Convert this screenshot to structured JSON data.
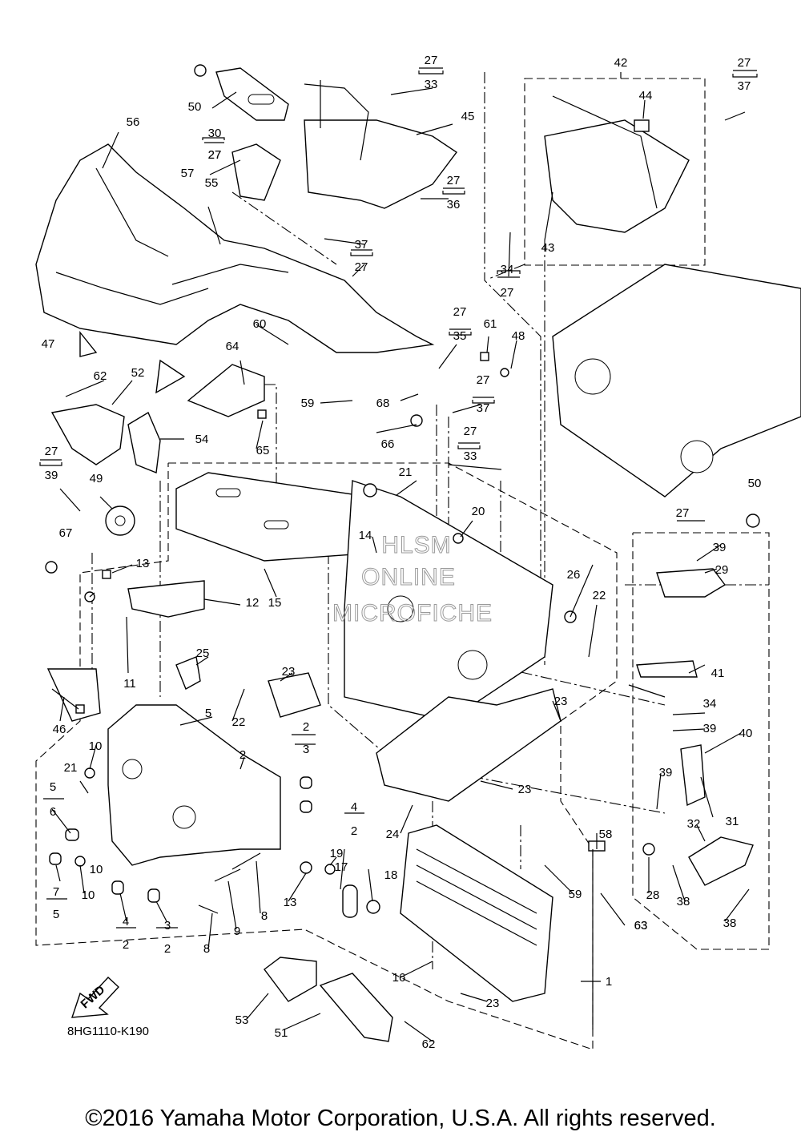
{
  "diagram_code": "8HG1110-K190",
  "copyright": "©2016 Yamaha Motor Corporation, U.S.A. All rights reserved.",
  "fwd_label": "FWD",
  "watermark": [
    "HLSM",
    "ONLINE",
    "MICROFICHE"
  ],
  "callouts": [
    {
      "id": "c1",
      "text": "1"
    },
    {
      "id": "c2a",
      "text": "2"
    },
    {
      "id": "c2b",
      "text": "2"
    },
    {
      "id": "c2c",
      "text": "2"
    },
    {
      "id": "c2d",
      "text": "2"
    },
    {
      "id": "c2e",
      "text": "2"
    },
    {
      "id": "c3a",
      "text": "3"
    },
    {
      "id": "c3b",
      "text": "3"
    },
    {
      "id": "c4a",
      "text": "4"
    },
    {
      "id": "c4b",
      "text": "4"
    },
    {
      "id": "c5a",
      "text": "5"
    },
    {
      "id": "c5b",
      "text": "5"
    },
    {
      "id": "c5c",
      "text": "5"
    },
    {
      "id": "c6",
      "text": "6"
    },
    {
      "id": "c7",
      "text": "7"
    },
    {
      "id": "c8a",
      "text": "8"
    },
    {
      "id": "c8b",
      "text": "8"
    },
    {
      "id": "c9",
      "text": "9"
    },
    {
      "id": "c10a",
      "text": "10"
    },
    {
      "id": "c10b",
      "text": "10"
    },
    {
      "id": "c10c",
      "text": "10"
    },
    {
      "id": "c11",
      "text": "11"
    },
    {
      "id": "c12",
      "text": "12"
    },
    {
      "id": "c13a",
      "text": "13"
    },
    {
      "id": "c13b",
      "text": "13"
    },
    {
      "id": "c14",
      "text": "14"
    },
    {
      "id": "c15",
      "text": "15"
    },
    {
      "id": "c16",
      "text": "16"
    },
    {
      "id": "c17",
      "text": "17"
    },
    {
      "id": "c18",
      "text": "18"
    },
    {
      "id": "c19",
      "text": "19"
    },
    {
      "id": "c20",
      "text": "20"
    },
    {
      "id": "c21a",
      "text": "21"
    },
    {
      "id": "c21b",
      "text": "21"
    },
    {
      "id": "c22a",
      "text": "22"
    },
    {
      "id": "c22b",
      "text": "22"
    },
    {
      "id": "c23a",
      "text": "23"
    },
    {
      "id": "c23b",
      "text": "23"
    },
    {
      "id": "c23c",
      "text": "23"
    },
    {
      "id": "c23d",
      "text": "23"
    },
    {
      "id": "c24",
      "text": "24"
    },
    {
      "id": "c25",
      "text": "25"
    },
    {
      "id": "c26",
      "text": "26"
    },
    {
      "id": "c27a",
      "text": "27"
    },
    {
      "id": "c27b",
      "text": "27"
    },
    {
      "id": "c27c",
      "text": "27"
    },
    {
      "id": "c27d",
      "text": "27"
    },
    {
      "id": "c27e",
      "text": "27"
    },
    {
      "id": "c27f",
      "text": "27"
    },
    {
      "id": "c27g",
      "text": "27"
    },
    {
      "id": "c27h",
      "text": "27"
    },
    {
      "id": "c27i",
      "text": "27"
    },
    {
      "id": "c27j",
      "text": "27"
    },
    {
      "id": "c27k",
      "text": "27"
    },
    {
      "id": "c27l",
      "text": "27"
    },
    {
      "id": "c28",
      "text": "28"
    },
    {
      "id": "c29",
      "text": "29"
    },
    {
      "id": "c30",
      "text": "30"
    },
    {
      "id": "c31",
      "text": "31"
    },
    {
      "id": "c32",
      "text": "32"
    },
    {
      "id": "c33a",
      "text": "33"
    },
    {
      "id": "c33b",
      "text": "33"
    },
    {
      "id": "c34a",
      "text": "34"
    },
    {
      "id": "c34b",
      "text": "34"
    },
    {
      "id": "c35",
      "text": "35"
    },
    {
      "id": "c36",
      "text": "36"
    },
    {
      "id": "c37a",
      "text": "37"
    },
    {
      "id": "c37b",
      "text": "37"
    },
    {
      "id": "c37c",
      "text": "37"
    },
    {
      "id": "c38a",
      "text": "38"
    },
    {
      "id": "c38b",
      "text": "38"
    },
    {
      "id": "c39a",
      "text": "39"
    },
    {
      "id": "c39b",
      "text": "39"
    },
    {
      "id": "c39c",
      "text": "39"
    },
    {
      "id": "c39d",
      "text": "39"
    },
    {
      "id": "c40",
      "text": "40"
    },
    {
      "id": "c41",
      "text": "41"
    },
    {
      "id": "c42",
      "text": "42"
    },
    {
      "id": "c43",
      "text": "43"
    },
    {
      "id": "c44",
      "text": "44"
    },
    {
      "id": "c45",
      "text": "45"
    },
    {
      "id": "c46",
      "text": "46"
    },
    {
      "id": "c47",
      "text": "47"
    },
    {
      "id": "c48",
      "text": "48"
    },
    {
      "id": "c49",
      "text": "49"
    },
    {
      "id": "c50a",
      "text": "50"
    },
    {
      "id": "c50b",
      "text": "50"
    },
    {
      "id": "c51",
      "text": "51"
    },
    {
      "id": "c52",
      "text": "52"
    },
    {
      "id": "c53",
      "text": "53"
    },
    {
      "id": "c54",
      "text": "54"
    },
    {
      "id": "c55",
      "text": "55"
    },
    {
      "id": "c56",
      "text": "56"
    },
    {
      "id": "c57",
      "text": "57"
    },
    {
      "id": "c58",
      "text": "58"
    },
    {
      "id": "c59a",
      "text": "59"
    },
    {
      "id": "c59b",
      "text": "59"
    },
    {
      "id": "c60",
      "text": "60"
    },
    {
      "id": "c61",
      "text": "61"
    },
    {
      "id": "c62a",
      "text": "62"
    },
    {
      "id": "c62b",
      "text": "62"
    },
    {
      "id": "c63a",
      "text": "63"
    },
    {
      "id": "c63b",
      "text": "63"
    },
    {
      "id": "c64",
      "text": "64"
    },
    {
      "id": "c65",
      "text": "65"
    },
    {
      "id": "c66",
      "text": "66"
    },
    {
      "id": "c67",
      "text": "67"
    },
    {
      "id": "c68",
      "text": "68"
    }
  ]
}
